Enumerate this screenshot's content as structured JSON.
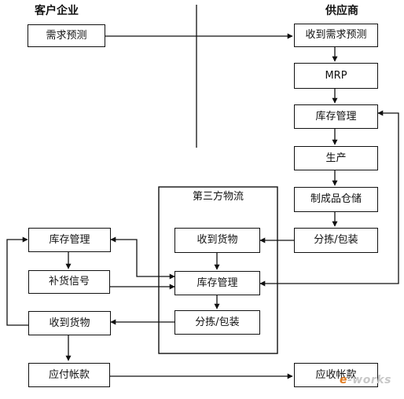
{
  "headers": {
    "customer": "客户企业",
    "supplier": "供应商"
  },
  "third_party": {
    "title": "第三方物流",
    "receive": "收到货物",
    "inventory": "库存管理",
    "sort_pack": "分拣/包装"
  },
  "customer": {
    "forecast": "需求预测",
    "inventory": "库存管理",
    "replenish_signal": "补货信号",
    "receive": "收到货物",
    "payable": "应付帐款"
  },
  "supplier": {
    "receive_forecast": "收到需求预测",
    "mrp": "MRP",
    "inventory": "库存管理",
    "production": "生产",
    "finished_goods": "制成品仓储",
    "sort_pack": "分拣/包装",
    "receivable": "应收帐款"
  },
  "watermark": {
    "e": "e",
    "rest": "-works"
  }
}
